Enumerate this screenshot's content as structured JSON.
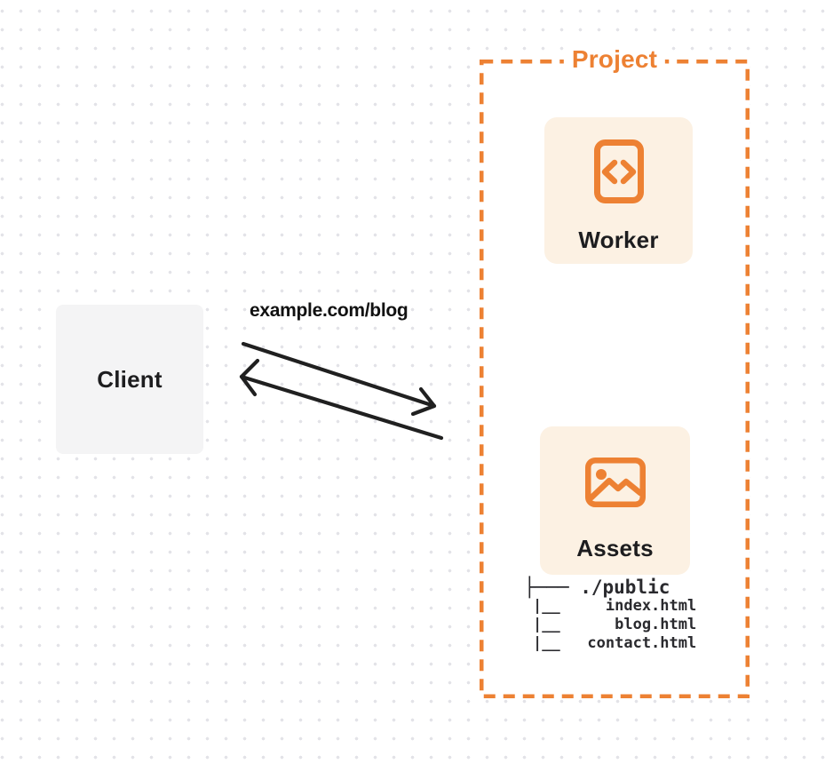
{
  "colors": {
    "accent": "#ED8133",
    "card_bg": "#FCF1E3",
    "client_bg": "#F4F4F5",
    "text_dark": "#1D1D1F",
    "arrow": "#202020",
    "dot": "#E3E3E8",
    "canvas_bg": "#FFFFFF"
  },
  "diagram": {
    "client": {
      "label": "Client"
    },
    "request_url": "example.com/blog",
    "arrows": [
      {
        "name": "request-arrow",
        "direction": "client-to-project"
      },
      {
        "name": "response-arrow",
        "direction": "project-to-client"
      }
    ],
    "project": {
      "label": "Project",
      "worker": {
        "label": "Worker",
        "icon": "code-file-icon"
      },
      "assets": {
        "label": "Assets",
        "icon": "image-icon"
      },
      "file_tree": {
        "lines": [
          "├─── ./public",
          "|__     index.html",
          "|__      blog.html",
          "|__   contact.html"
        ]
      }
    }
  }
}
